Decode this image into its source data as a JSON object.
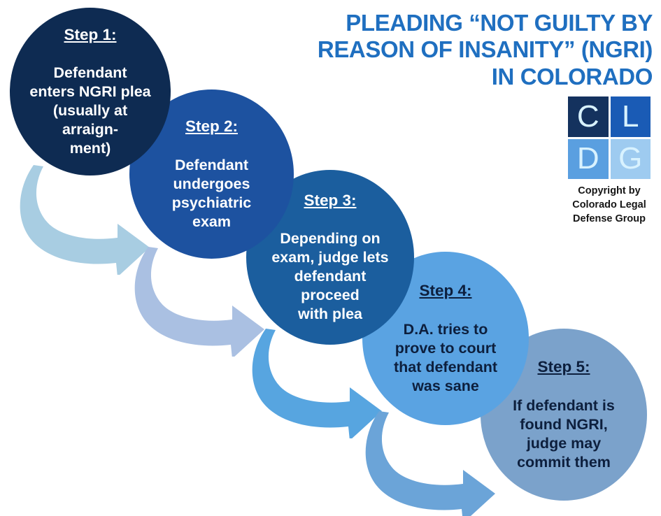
{
  "header": {
    "title_lines": [
      "PLEADING “NOT GUILTY BY",
      "REASON OF INSANITY” (NGRI)",
      "IN COLORADO"
    ],
    "title_color": "#1f6fc0"
  },
  "logo": {
    "name": "cldg-logo",
    "cells": [
      {
        "letter": "C",
        "color": "#14325e"
      },
      {
        "letter": "L",
        "color": "#1a5bb5"
      },
      {
        "letter": "D",
        "color": "#5a9fe0"
      },
      {
        "letter": "G",
        "color": "#9ecbf0"
      }
    ],
    "copyright_lines": [
      "Copyright by",
      "Colorado Legal",
      "Defense Group"
    ]
  },
  "steps": [
    {
      "label": "Step 1:",
      "body": "Defendant\nenters NGRI plea\n(usually at\narraign-\nment)",
      "fill": "#0e2b52",
      "text_color": "#ffffff"
    },
    {
      "label": "Step 2:",
      "body": "Defendant\nundergoes\npsychiatric\nexam",
      "fill": "#1d52a0",
      "text_color": "#ffffff"
    },
    {
      "label": "Step 3:",
      "body": "Depending on\nexam, judge lets\ndefendant\nproceed\nwith plea",
      "fill": "#1b5e9e",
      "text_color": "#ffffff"
    },
    {
      "label": "Step 4:",
      "body": "D.A. tries to\nprove to court\nthat defendant\nwas sane",
      "fill": "#5aa3e2",
      "text_color": "#0d1f3d"
    },
    {
      "label": "Step 5:",
      "body": "If defendant is\nfound NGRI,\njudge may\ncommit them",
      "fill": "#7ba2cb",
      "text_color": "#0d1f3d"
    }
  ],
  "arrows": [
    {
      "name": "arrow-step1-to-step2",
      "color": "#a8cde2"
    },
    {
      "name": "arrow-step2-to-step3",
      "color": "#aac0e2"
    },
    {
      "name": "arrow-step3-to-step4",
      "color": "#57a5e0"
    },
    {
      "name": "arrow-step4-to-step5",
      "color": "#6ba4d8"
    }
  ]
}
